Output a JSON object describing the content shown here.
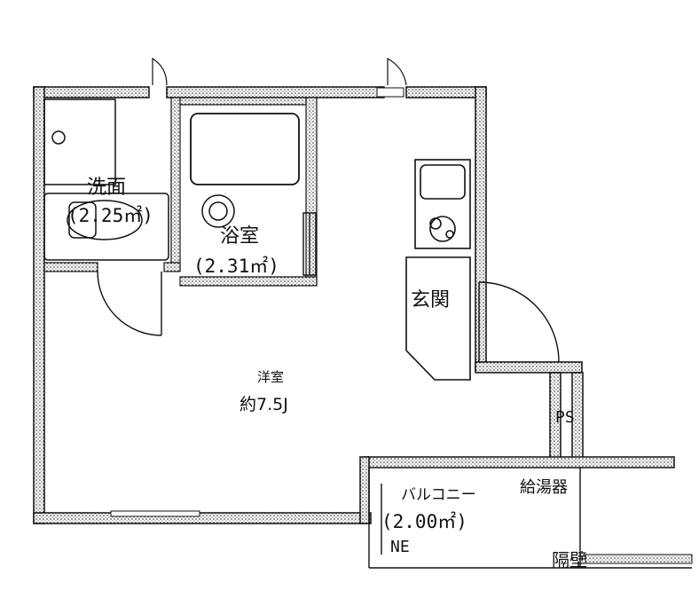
{
  "floor_plan": {
    "rooms": {
      "washroom": {
        "name": "洗面",
        "area": "(2.25㎡)"
      },
      "bathroom": {
        "name": "浴室",
        "area": "(2.31㎡)"
      },
      "western_room": {
        "name": "洋室",
        "size": "約7.5J"
      },
      "entrance": {
        "name": "玄関"
      },
      "balcony": {
        "name": "バルコニー",
        "area": "(2.00㎡)",
        "note": "NE"
      }
    },
    "labels": {
      "pipe_space": "PS",
      "water_heater": "給湯器",
      "partition": "隔壁"
    }
  }
}
